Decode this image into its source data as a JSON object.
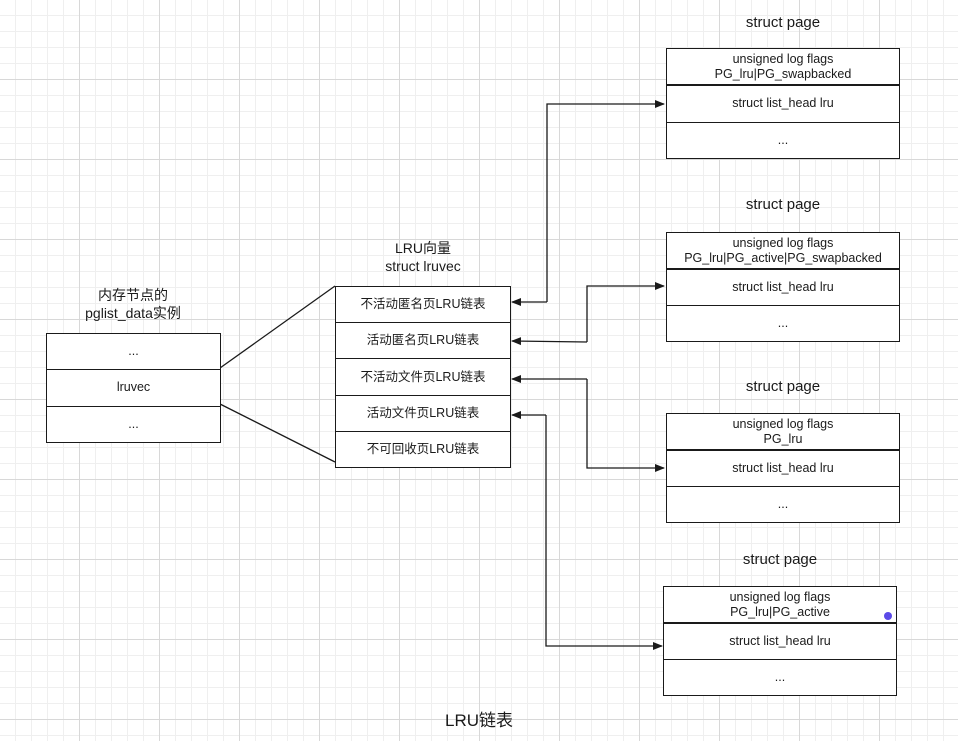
{
  "node": {
    "title_line1": "内存节点的",
    "title_line2": "pglist_data实例",
    "rows": [
      "...",
      "lruvec",
      "..."
    ]
  },
  "lruvec": {
    "title_line1": "LRU向量",
    "title_line2": "struct lruvec",
    "lists": [
      "不活动匿名页LRU链表",
      "活动匿名页LRU链表",
      "不活动文件页LRU链表",
      "活动文件页LRU链表",
      "不可回收页LRU链表"
    ]
  },
  "pages": [
    {
      "title": "struct page",
      "flags_line1": "unsigned log flags",
      "flags_line2": "PG_lru|PG_swapbacked",
      "lru": "struct list_head lru",
      "more": "..."
    },
    {
      "title": "struct page",
      "flags_line1": "unsigned log flags",
      "flags_line2": "PG_lru|PG_active|PG_swapbacked",
      "lru": "struct list_head lru",
      "more": "..."
    },
    {
      "title": "struct page",
      "flags_line1": "unsigned log flags",
      "flags_line2": "PG_lru",
      "lru": "struct list_head lru",
      "more": "..."
    },
    {
      "title": "struct page",
      "flags_line1": "unsigned log flags",
      "flags_line2": "PG_lru|PG_active",
      "lru": "struct list_head lru",
      "more": "..."
    }
  ],
  "caption": "LRU链表",
  "colors": {
    "line": "#1a1a1a",
    "dot": "#5b4ae8",
    "grid": "#d8d8d8"
  }
}
